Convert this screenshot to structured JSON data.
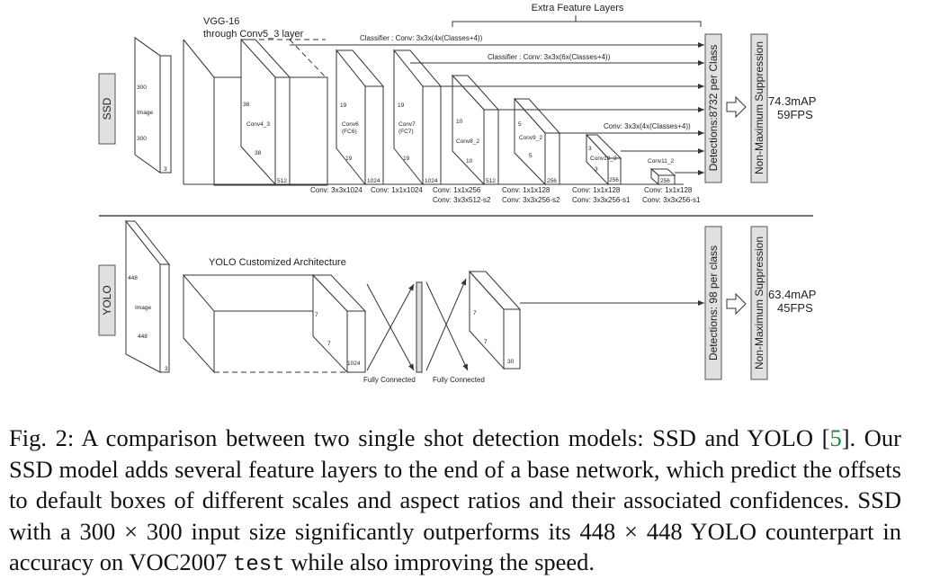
{
  "ssd": {
    "label": "SSD",
    "input": {
      "top": "300",
      "mid": "Image",
      "bottom": "300",
      "depth": "3"
    },
    "vgg_title_1": "VGG-16",
    "vgg_title_2": "through Conv5_3 layer",
    "conv4": {
      "top": "38",
      "name": "Conv4_3",
      "bottom": "38",
      "depth": "512"
    },
    "conv6": {
      "top": "19",
      "name_1": "Conv6",
      "name_2": "(FC6)",
      "bottom": "19",
      "depth": "1024"
    },
    "conv7": {
      "top": "19",
      "name_1": "Conv7",
      "name_2": "(FC7)",
      "bottom": "19",
      "depth": "1024"
    },
    "conv8": {
      "top": "10",
      "name": "Conv8_2",
      "bottom": "10",
      "depth": "512"
    },
    "conv9": {
      "top": "5",
      "name": "Conv9_2",
      "bottom": "5",
      "depth": "256"
    },
    "conv10": {
      "top": "3",
      "name": "Conv10_2",
      "bottom": "3",
      "depth": "256"
    },
    "conv11": {
      "name": "Conv11_2",
      "depth": "256"
    },
    "extra_layers": "Extra Feature Layers",
    "classifier_1": "Classifier : Conv: 3x3x(4x(Classes+4))",
    "classifier_2": "Classifier : Conv: 3x3x(6x(Classes+4))",
    "classifier_3": "Conv: 3x3x(4x(Classes+4))",
    "bottom_row_1": [
      "Conv: 3x3x1024",
      "Conv: 1x1x1024",
      "Conv: 1x1x256",
      "Conv: 1x1x128",
      "Conv: 1x1x128",
      "Conv: 1x1x128"
    ],
    "bottom_row_2": [
      "Conv: 3x3x512-s2",
      "Conv: 3x3x256-s2",
      "Conv: 3x3x256-s1",
      "Conv: 3x3x256-s1"
    ],
    "detections": "Detections:8732  per Class",
    "nms": "Non-Maximum Suppression",
    "map": "74.3mAP",
    "fps": "59FPS"
  },
  "yolo": {
    "label": "YOLO",
    "input": {
      "top": "448",
      "mid": "Image",
      "bottom": "448",
      "depth": "3"
    },
    "arch_title": "YOLO Customized Architecture",
    "block1": {
      "top": "7",
      "bottom": "7",
      "depth": "1024"
    },
    "block2": {
      "top": "7",
      "bottom": "7",
      "depth": "30"
    },
    "fc_1": "Fully Connected",
    "fc_2": "Fully Connected",
    "detections": "Detections: 98 per class",
    "nms": "Non-Maximum Suppression",
    "map": "63.4mAP",
    "fps": "45FPS"
  },
  "caption": {
    "prefix": "Fig. 2: A comparison between two single shot detection models: SSD and YOLO [",
    "ref": "5",
    "mid": "]. Our SSD model adds several feature layers to the end of a base network, which predict the offsets to default boxes of different scales and aspect ratios and their associated confidences. SSD with a 300 × 300 input size significantly outperforms its 448 × 448 YOLO counterpart in accuracy on VOC2007 ",
    "code": "test",
    "suffix": " while also improving the speed."
  }
}
